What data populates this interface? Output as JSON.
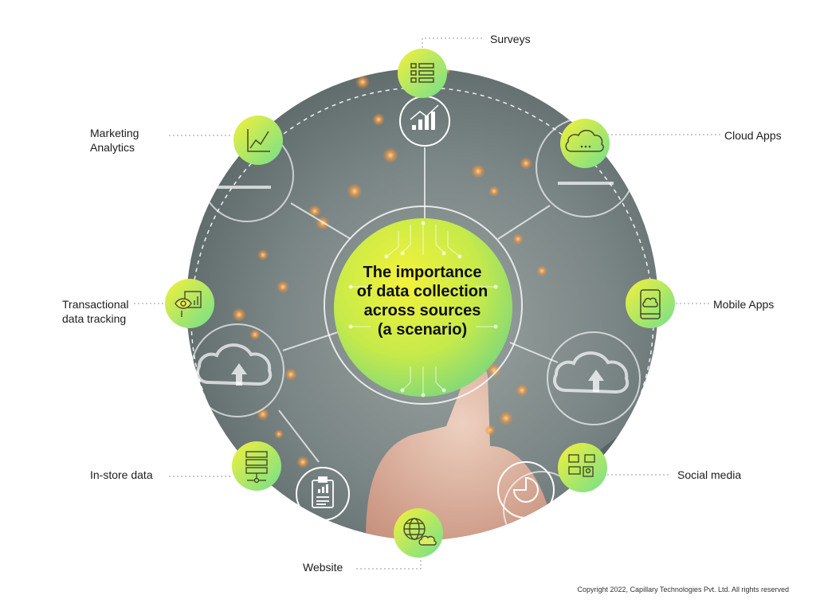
{
  "center": {
    "line1": "The importance",
    "line2": "of data collection",
    "line3": "across sources",
    "line4": "(a scenario)"
  },
  "sources": [
    {
      "label_lines": [
        "Surveys"
      ],
      "icon": "survey-form-icon"
    },
    {
      "label_lines": [
        "Cloud Apps"
      ],
      "icon": "cloud-icon"
    },
    {
      "label_lines": [
        "Mobile Apps"
      ],
      "icon": "mobile-phone-icon"
    },
    {
      "label_lines": [
        "Social media"
      ],
      "icon": "social-chat-icon"
    },
    {
      "label_lines": [
        "Website"
      ],
      "icon": "globe-cloud-icon"
    },
    {
      "label_lines": [
        "In-store data"
      ],
      "icon": "server-icon"
    },
    {
      "label_lines": [
        "Transactional",
        "data tracking"
      ],
      "icon": "eye-chart-icon"
    },
    {
      "label_lines": [
        "Marketing",
        "Analytics"
      ],
      "icon": "line-chart-icon"
    }
  ],
  "copyright": "Copyright 2022, Capillary Technologies Pvt. Ltd. All rights reserved",
  "colors": {
    "background_disc": "#6f7b7b",
    "node_gradient_start": "#f2ee3a",
    "node_gradient_end": "#6fe08a",
    "ring_line": "#ffffff",
    "dotted_leader": "#9a9a9a"
  }
}
